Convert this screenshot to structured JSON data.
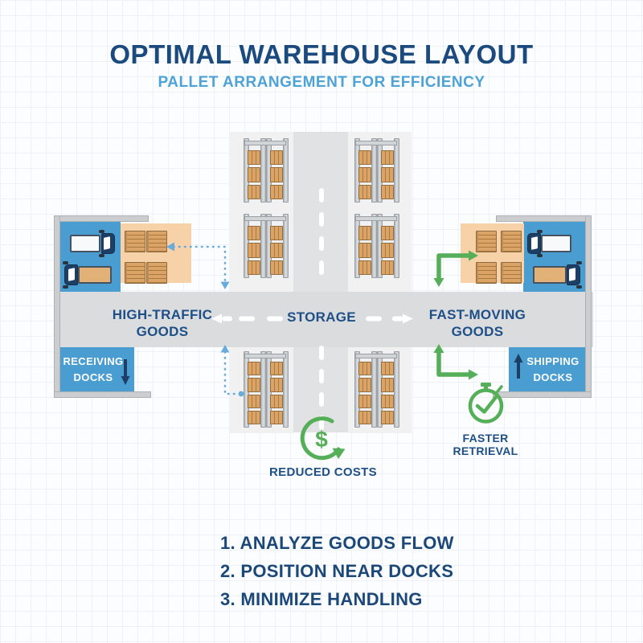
{
  "header": {
    "title": "OPTIMAL WAREHOUSE LAYOUT",
    "subtitle": "PALLET ARRANGEMENT FOR EFFICIENCY"
  },
  "zones": {
    "high_traffic": {
      "line1": "HIGH-TRAFFIC",
      "line2": "GOODS"
    },
    "storage": {
      "label": "STORAGE"
    },
    "fast_moving": {
      "line1": "FAST-MOVING",
      "line2": "GOODS"
    },
    "receiving_docks": {
      "line1": "RECEIVING",
      "line2": "DOCKS"
    },
    "shipping_docks": {
      "line1": "SHIPPING",
      "line2": "DOCKS"
    }
  },
  "callouts": {
    "reduced_costs": {
      "label": "REDUCED COSTS",
      "icon": "dollar-cycle-icon",
      "glyph": "$"
    },
    "faster_retrieval": {
      "line1": "FASTER",
      "line2": "RETRIEVAL",
      "icon": "stopwatch-check-icon"
    }
  },
  "steps": [
    "1. ANALYZE GOODS FLOW",
    "2. POSITION NEAR DOCKS",
    "3. MINIMIZE HANDLING"
  ],
  "icons": [
    "truck-icon",
    "pallet-icon",
    "storage-rack-icon",
    "rack-box-icon",
    "dollar-cycle-icon",
    "stopwatch-check-icon",
    "receiving-down-arrow-icon",
    "shipping-up-arrow-icon",
    "flow-arrow-blue-dotted",
    "flow-arrow-green",
    "aisle-lane-marking"
  ],
  "colors": {
    "title_navy": "#1b4a7e",
    "label_navy": "#1e4f87",
    "subtitle_blue": "#4da2d7",
    "dock_blue": "#4a9dd1",
    "accent_green": "#55ae58",
    "dotted_blue": "#68acdd",
    "staging_orange": "#f7d1a7",
    "pallet_orange": "#dca366",
    "aisle_gray": "#dbdcde"
  }
}
